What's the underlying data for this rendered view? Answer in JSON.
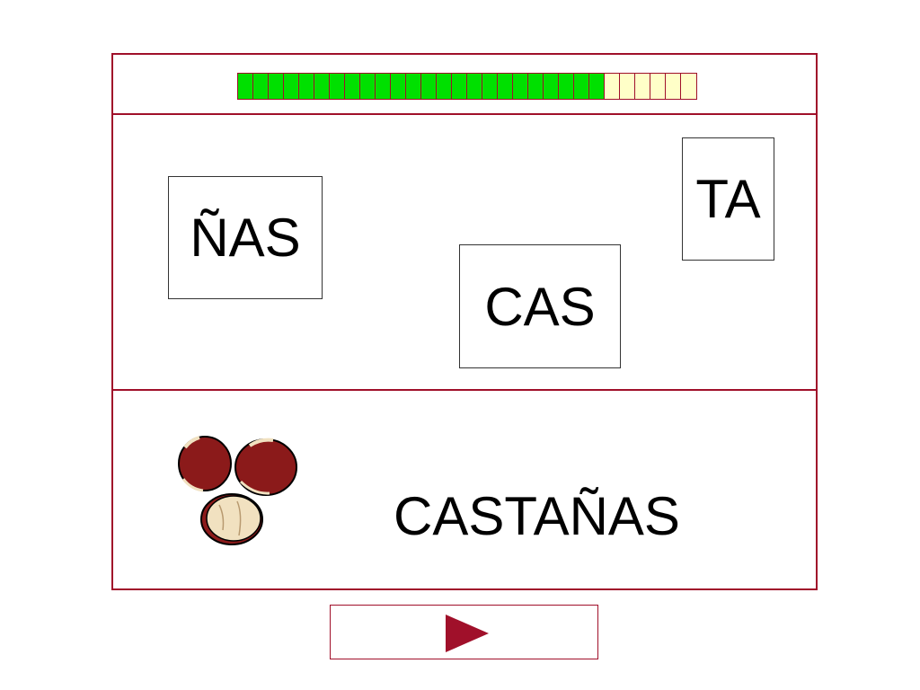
{
  "progress": {
    "done": 24,
    "total": 30,
    "done_color": "#00e000",
    "todo_color": "#ffffc8"
  },
  "syllables": [
    {
      "text": "ÑAS"
    },
    {
      "text": "CAS"
    },
    {
      "text": "TA"
    }
  ],
  "word": "CASTAÑAS",
  "image": {
    "icon": "chestnuts-icon"
  },
  "next_button": {
    "icon": "play-arrow-icon"
  },
  "colors": {
    "frame": "#a0102a",
    "chestnut": "#8b1a1a",
    "chestnut_inner": "#f1e1c0"
  }
}
